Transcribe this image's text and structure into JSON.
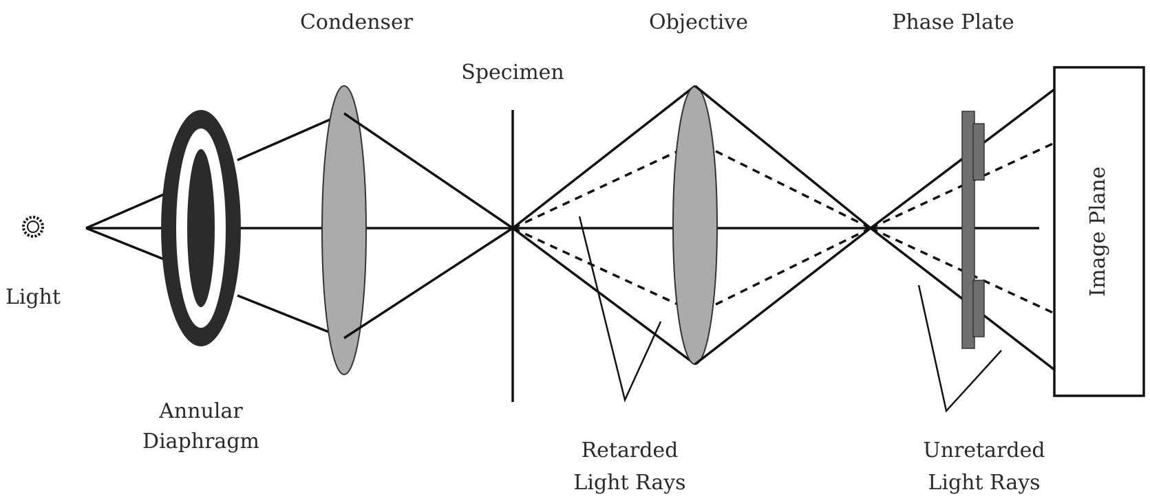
{
  "labels": {
    "light": "Light",
    "annular_line1": "Annular",
    "annular_line2": "Diaphragm",
    "condenser": "Condenser",
    "specimen": "Specimen",
    "objective": "Objective",
    "phase_plate": "Phase Plate",
    "image_plane": "Image Plane",
    "retarded_line1": "Retarded",
    "retarded_line2": "Light Rays",
    "unretarded_line1": "Unretarded",
    "unretarded_line2": "Light Rays"
  },
  "colors": {
    "lens_fill": "#ababab",
    "diaphragm_dark": "#2b2b2b",
    "phase_plate_fill": "#6f6f6f",
    "line": "#111111"
  }
}
